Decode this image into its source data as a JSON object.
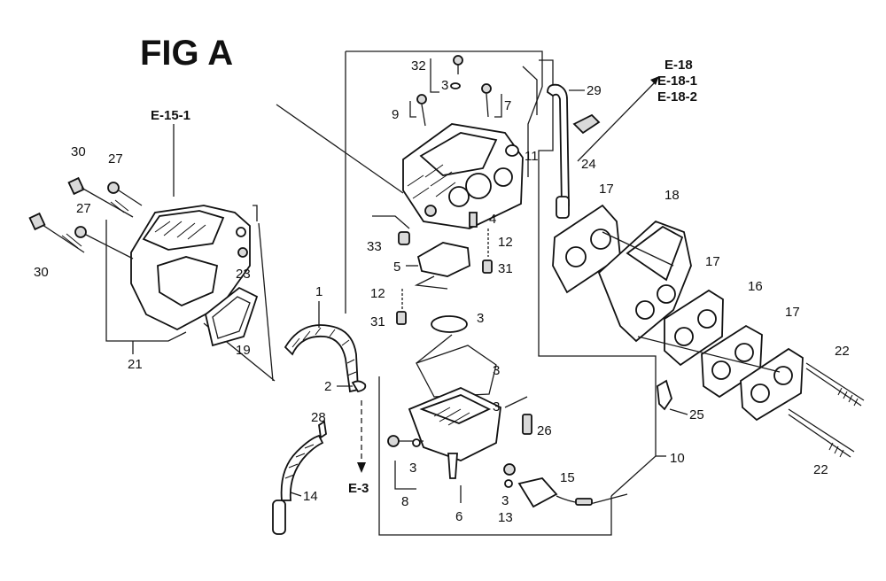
{
  "title": "FIG A",
  "refs": {
    "e15_1": "E-15-1",
    "e18": "E-18",
    "e18_1": "E-18-1",
    "e18_2": "E-18-2",
    "e3": "E-3"
  },
  "labels": {
    "p1": "1",
    "p2": "2",
    "p3a": "3",
    "p3b": "3",
    "p3c": "3",
    "p3d": "3",
    "p3e": "3",
    "p3f": "3",
    "p4": "4",
    "p5": "5",
    "p6": "6",
    "p7": "7",
    "p8": "8",
    "p9": "9",
    "p10": "10",
    "p11": "11",
    "p12a": "12",
    "p12b": "12",
    "p13": "13",
    "p14": "14",
    "p15": "15",
    "p16": "16",
    "p17a": "17",
    "p17b": "17",
    "p17c": "17",
    "p18": "18",
    "p19": "19",
    "p21": "21",
    "p22a": "22",
    "p22b": "22",
    "p23": "23",
    "p24": "24",
    "p25": "25",
    "p26": "26",
    "p27a": "27",
    "p27b": "27",
    "p28": "28",
    "p29": "29",
    "p30a": "30",
    "p30b": "30",
    "p31a": "31",
    "p31b": "31",
    "p32": "32",
    "p33": "33"
  }
}
